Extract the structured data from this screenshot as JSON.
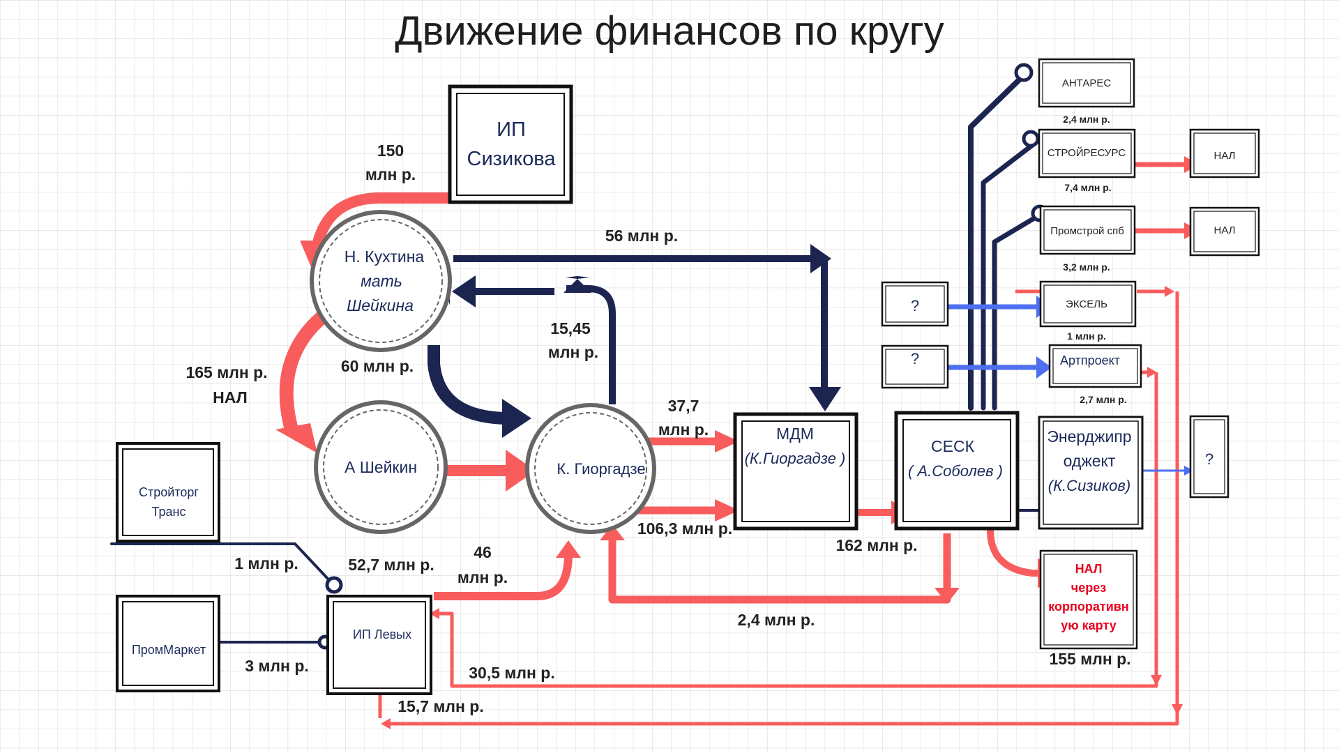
{
  "title": "Движение финансов по кругу",
  "colors": {
    "navy": "#1b2550",
    "red": "#f85c5c",
    "blue": "#4d6ff0",
    "grid": "#e2e2e2"
  },
  "nodes": {
    "ip_sizikova": [
      "ИП",
      "Сизикова"
    ],
    "kukhtina": [
      "Н. Кухтина",
      "мать",
      "Шейкина"
    ],
    "sheykin": "А Шейкин",
    "giorgadze": "К. Гиоргадзе",
    "mdm": [
      "МДМ",
      "(К.Гиоргадзе )"
    ],
    "sesk": [
      "СЕСК",
      "( А.Соболев )"
    ],
    "energ": [
      "Энерджипр",
      "оджект",
      "(К.Сизиков)"
    ],
    "stroytorg": [
      "Стройторг",
      "Транс"
    ],
    "prommarket": "ПромМаркет",
    "ip_levykh": "ИП Левых",
    "antares": "АНТАРЕС",
    "stroyresurs": "СТРОЙРЕСУРС",
    "promstroy": "Промстрой спб",
    "eksel": "ЭКСЕЛЬ",
    "artproekt": "Артпроект",
    "nal1": "НАЛ",
    "nal2": "НАЛ",
    "q1": "?",
    "q2": "?",
    "q3": "?",
    "nal_card": [
      "НАЛ",
      "через",
      "корпоративн",
      "ую карту"
    ]
  },
  "labels": {
    "l150": [
      "150",
      "млн р."
    ],
    "l56": "56 млн р.",
    "l165": [
      "165 млн р.",
      "НАЛ"
    ],
    "l60": "60 млн р.",
    "l1545": [
      "15,45",
      "млн р."
    ],
    "l377": [
      "37,7",
      "млн р."
    ],
    "l1063": "106,3 млн р.",
    "l162": "162 млн р.",
    "l24": "2,4 млн р.",
    "l1": "1 млн р.",
    "l527": "52,7 млн р.",
    "l46": [
      "46",
      "млн р."
    ],
    "l3": "3 млн р.",
    "l305": "30,5 млн р.",
    "l157": "15,7 млн р.",
    "l155": "155 млн р.",
    "antares_amt": "2,4 млн р.",
    "stroyresurs_amt": "7,4 млн р.",
    "promstroy_amt": "3,2 млн р.",
    "eksel_amt": "1 млн р.",
    "artproekt_amt": "2,7 млн р."
  }
}
